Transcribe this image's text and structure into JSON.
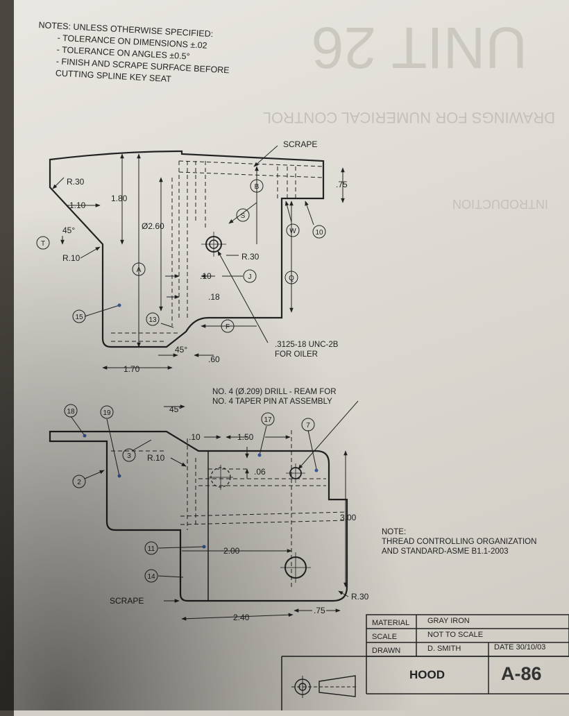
{
  "notes": {
    "title": "NOTES: UNLESS OTHERWISE SPECIFIED:",
    "items": [
      "TOLERANCE ON DIMENSIONS ±.02",
      "TOLERANCE ON ANGLES ±0.5°",
      "FINISH AND SCRAPE SURFACE BEFORE",
      "CUTTING SPLINE KEY SEAT"
    ]
  },
  "background_text": {
    "unit_heading": "UNIT 26",
    "chapter_heading": "DRAWINGS FOR NUMERICAL CONTROL",
    "section_heading": "INTRODUCTION"
  },
  "top_view": {
    "dims": {
      "r30_top": "R.30",
      "d110": "1.10",
      "d180": "1.80",
      "ang45": "45°",
      "r10": "R.10",
      "dia260": "Ø2.60",
      "d75": ".75",
      "r30_mid": "R.30",
      "d10": ".10",
      "d18": ".18",
      "ang45_low": "45°",
      "d60": ".60",
      "d170": "1.70"
    },
    "labels": {
      "scrape": "SCRAPE",
      "thread": ".3125-18 UNC-2B",
      "oiler": "FOR OILER"
    },
    "balloons": [
      "T",
      "B",
      "S",
      "W",
      "10",
      "A",
      "J",
      "Q",
      "15",
      "13",
      "F"
    ]
  },
  "front_view": {
    "drill_note_1": "NO. 4 (Ø.209) DRILL - REAM FOR",
    "drill_note_2": "NO. 4 TAPER PIN AT ASSEMBLY",
    "dims": {
      "ang45": "45°",
      "d10": ".10",
      "d150": "1.50",
      "r10": "R.10",
      "d06": ".06",
      "d300": "3.00",
      "d200": "2.00",
      "r30": "R.30",
      "d75": ".75",
      "d240": "2.40"
    },
    "scrape": "SCRAPE",
    "balloons": [
      "18",
      "19",
      "17",
      "7",
      "3",
      "2",
      "11",
      "14"
    ]
  },
  "note_block": {
    "title": "NOTE:",
    "line1": "THREAD CONTROLLING ORGANIZATION",
    "line2": "AND STANDARD-ASME B1.1-2003"
  },
  "title_block": {
    "material_label": "MATERIAL",
    "material_value": "GRAY IRON",
    "scale_label": "SCALE",
    "scale_value": "NOT TO SCALE",
    "drawn_label": "DRAWN",
    "drawn_value": "D. SMITH",
    "date": "DATE  30/10/03",
    "part_name": "HOOD",
    "drawing_number": "A-86"
  }
}
